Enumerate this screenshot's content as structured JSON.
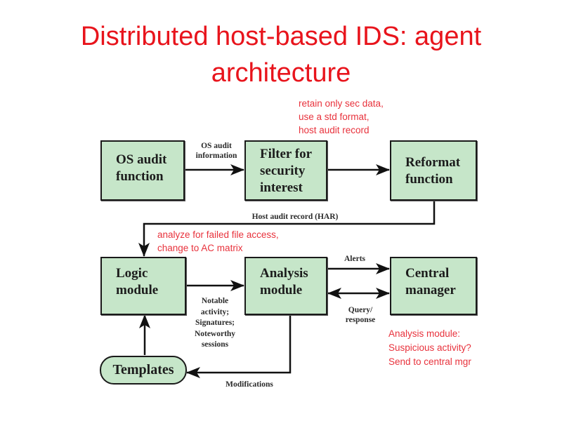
{
  "title": {
    "line1": "Distributed host-based IDS: agent",
    "line2": "architecture"
  },
  "annotations": {
    "filter_note": [
      "retain only sec data,",
      "use a std format,",
      "host audit record"
    ],
    "logic_note": [
      "analyze for failed file access,",
      "change to  AC matrix"
    ],
    "analysis_note": [
      "Analysis module:",
      "Suspicious activity?",
      "Send to central mgr"
    ]
  },
  "nodes": {
    "os_audit": [
      "OS audit",
      "function"
    ],
    "filter": [
      "Filter for",
      "security",
      "interest"
    ],
    "reformat": [
      "Reformat",
      "function"
    ],
    "logic": [
      "Logic",
      "module"
    ],
    "analysis": [
      "Analysis",
      "module"
    ],
    "central": [
      "Central",
      "manager"
    ],
    "templates": "Templates"
  },
  "edges": {
    "os_to_filter": [
      "OS audit",
      "information"
    ],
    "har": "Host audit record (HAR)",
    "alerts": "Alerts",
    "query": [
      "Query/",
      "response"
    ],
    "notable": [
      "Notable",
      "activity;",
      "Signatures;",
      "Noteworthy",
      "sessions"
    ],
    "modifications": "Modifications"
  },
  "colors": {
    "title": "#e8141c",
    "annotation": "#e8323c",
    "box_fill": "#c6e6c9",
    "box_stroke": "#1a1a1a"
  }
}
